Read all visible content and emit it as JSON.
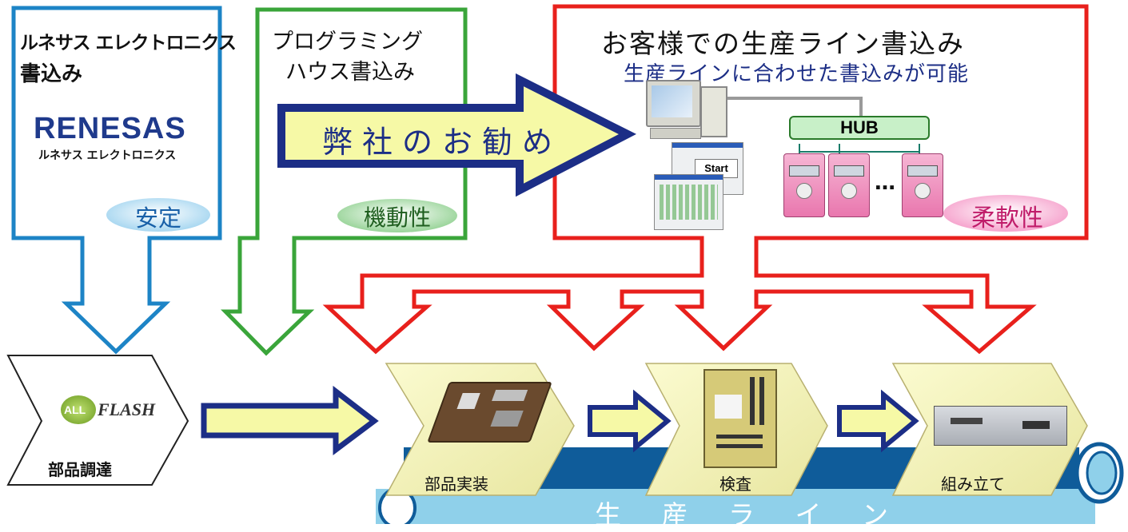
{
  "renesas": {
    "title_line1": "ルネサス エレクトロニクス",
    "title_line2": "書込み",
    "logo_text": "RENESAS",
    "logo_caption": "ルネサス エレクトロニクス",
    "badge": "安定"
  },
  "programming_house": {
    "title_line1": "プログラミング",
    "title_line2": "ハウス書込み",
    "badge": "機動性"
  },
  "customer": {
    "title": "お客様での生産ライン書込み",
    "subtitle": "生産ラインに合わせた書込みが可能",
    "hub_label": "HUB",
    "start_label": "Start",
    "ellipsis": "…",
    "badge": "柔軟性"
  },
  "recommend_arrow": {
    "label": "弊社のお勧め"
  },
  "procurement": {
    "logo_left": "ALL",
    "logo_right": "FLASH",
    "label": "部品調達"
  },
  "stages": [
    {
      "label": "部品実装"
    },
    {
      "label": "検査"
    },
    {
      "label": "組み立て"
    }
  ],
  "conveyor": {
    "label": "生 産 ラ イ ン"
  },
  "colors": {
    "renesas_blue": "#1d84c6",
    "green": "#3aa53a",
    "red": "#e8201c",
    "navy": "#1c2e86",
    "arrow_fill": "#f6f9a6",
    "conveyor_dark": "#0f5c9a",
    "conveyor_light": "#8fd0ea"
  }
}
